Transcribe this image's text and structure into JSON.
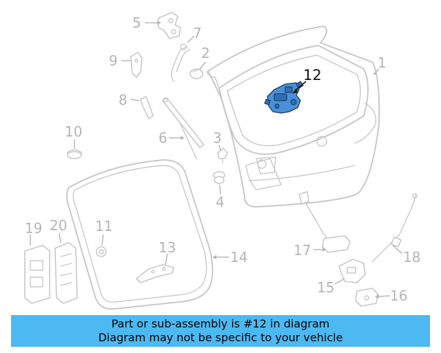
{
  "diagram": {
    "highlighted_part": "12",
    "callouts": {
      "c1": "1",
      "c2": "2",
      "c3": "3",
      "c4": "4",
      "c5": "5",
      "c6": "6",
      "c7": "7",
      "c8": "8",
      "c9": "9",
      "c10": "10",
      "c11": "11",
      "c12": "12",
      "c13": "13",
      "c14": "14",
      "c15": "15",
      "c16": "16",
      "c17": "17",
      "c18": "18",
      "c19": "19",
      "c20": "20"
    },
    "colors": {
      "highlight": "#4a90d9",
      "banner": "#4cb9f2",
      "line": "#c8c8c8"
    }
  },
  "banner": {
    "line1": "Part or sub-assembly is #12 in diagram",
    "line2": "Diagram may not be specific to your vehicle"
  }
}
